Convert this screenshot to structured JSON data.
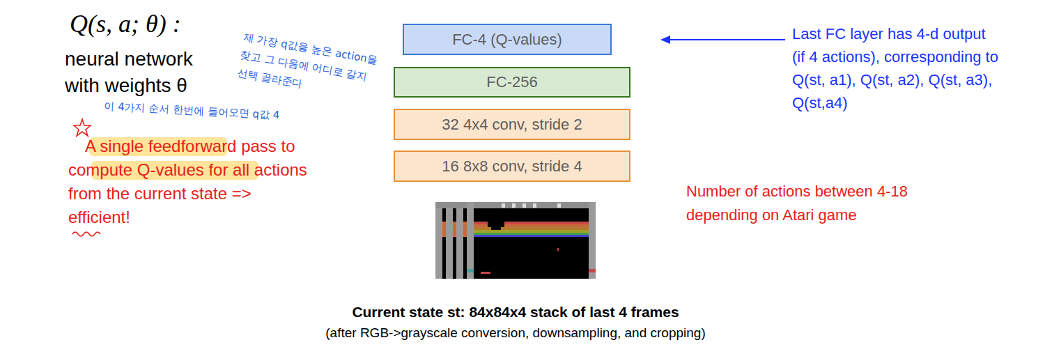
{
  "diagram": {
    "caption": "Current state st: 84x84x4 stack of last 4 frames",
    "nodes": [
      {
        "text": [
          "FC-4 (Q-values)"
        ]
      },
      {
        "text": [
          "FC-256"
        ]
      },
      {
        "text": [
          "32 4x4 conv, stride 2"
        ]
      },
      {
        "text": [
          "16 8x8 conv, stride 4"
        ]
      }
    ],
    "labels": [
      "Q(s, a; θ) :",
      "neural network with weights θ",
      "제 가장 q값을 높은 action을 찾고 그 다음에 어디로 갈지 선택 골라준다",
      "이 4가지 순서 한번에 들어오면 q값 4",
      "A single feedforward pass to compute Q-values for all actions from the current state => efficient!",
      "Last FC layer has 4-d output (if 4 actions), corresponding to Q(st, a1), Q(st, a2), Q(st, a3), Q(st,a4)",
      "Number of actions between 4-18 depending on Atari game",
      "(after RGB->grayscale conversion, downsampling, and cropping)"
    ]
  }
}
